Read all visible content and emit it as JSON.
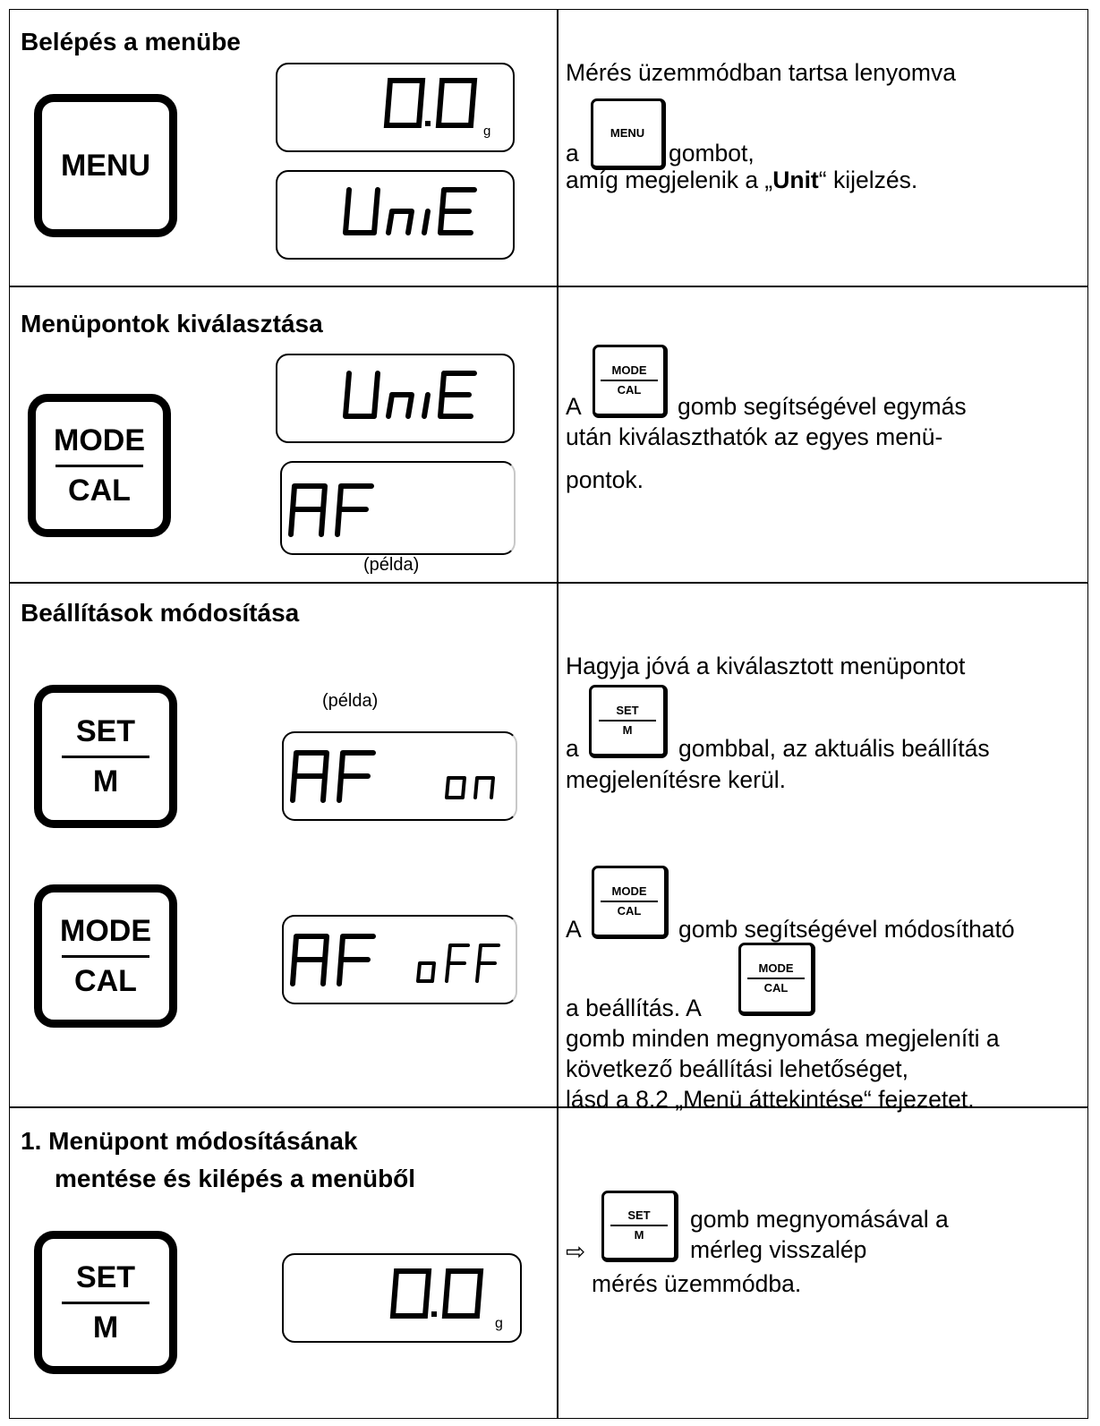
{
  "rows": [
    {
      "title": "Belépés a menübe",
      "button": {
        "label": "MENU"
      },
      "displays": [
        {
          "text": "0.0",
          "unit": "g"
        },
        {
          "text": "Unit"
        }
      ],
      "text": {
        "line1": "Mérés üzemmódban tartsa lenyomva",
        "icon": "MENU",
        "pre": "a",
        "post": "gombot,",
        "line3_pre": "amíg megjelenik a „",
        "line3_bold": "Unit",
        "line3_post": "“ kijelzés."
      }
    },
    {
      "title": "Menüpontok kiválasztása",
      "button": {
        "top": "MODE",
        "bottom": "CAL"
      },
      "displays": [
        {
          "text": "Unit"
        },
        {
          "text": "AF"
        }
      ],
      "note": "(példa)",
      "text": {
        "pre": "A",
        "icon_top": "MODE",
        "icon_bottom": "CAL",
        "post": "gomb segítségével egymás",
        "line2": "után kiválaszthatók az egyes menü-",
        "line3": "pontok."
      }
    },
    {
      "title": "Beállítások módosítása",
      "note": "(példa)",
      "buttons": [
        {
          "top": "SET",
          "bottom": "M"
        },
        {
          "top": "MODE",
          "bottom": "CAL"
        }
      ],
      "displays": [
        {
          "left": "AF",
          "right": "on"
        },
        {
          "left": "AF",
          "right": "oFF"
        }
      ],
      "text": {
        "p1_line1": "Hagyja jóvá a kiválasztott menüpontot",
        "p1_pre": "a",
        "p1_icon_top": "SET",
        "p1_icon_bottom": "M",
        "p1_post": "gombbal, az aktuális beállítás",
        "p1_line3": "megjelenítésre kerül.",
        "p2_pre": "A",
        "p2_icon_top": "MODE",
        "p2_icon_bottom": "CAL",
        "p2_post": "gomb segítségével módosítható",
        "p2_line2": "a beállítás. A",
        "p2_icon2_top": "MODE",
        "p2_icon2_bottom": "CAL",
        "p2_line3": "gomb minden megnyomása megjeleníti a",
        "p2_line4": "következő beállítási lehetőséget,",
        "p2_line5": "lásd a 8.2 „Menü áttekintése“ fejezetet."
      }
    },
    {
      "title_line1": "1. Menüpont módosításának",
      "title_line2": "mentése és kilépés a menüből",
      "button": {
        "top": "SET",
        "bottom": "M"
      },
      "displays": [
        {
          "text": "0.0",
          "unit": "g"
        }
      ],
      "text": {
        "arrow": "⇨",
        "icon_top": "SET",
        "icon_bottom": "M",
        "line1": "gomb megnyomásával a",
        "line2": "mérleg visszalép",
        "line3": "mérés üzemmódba."
      }
    }
  ]
}
